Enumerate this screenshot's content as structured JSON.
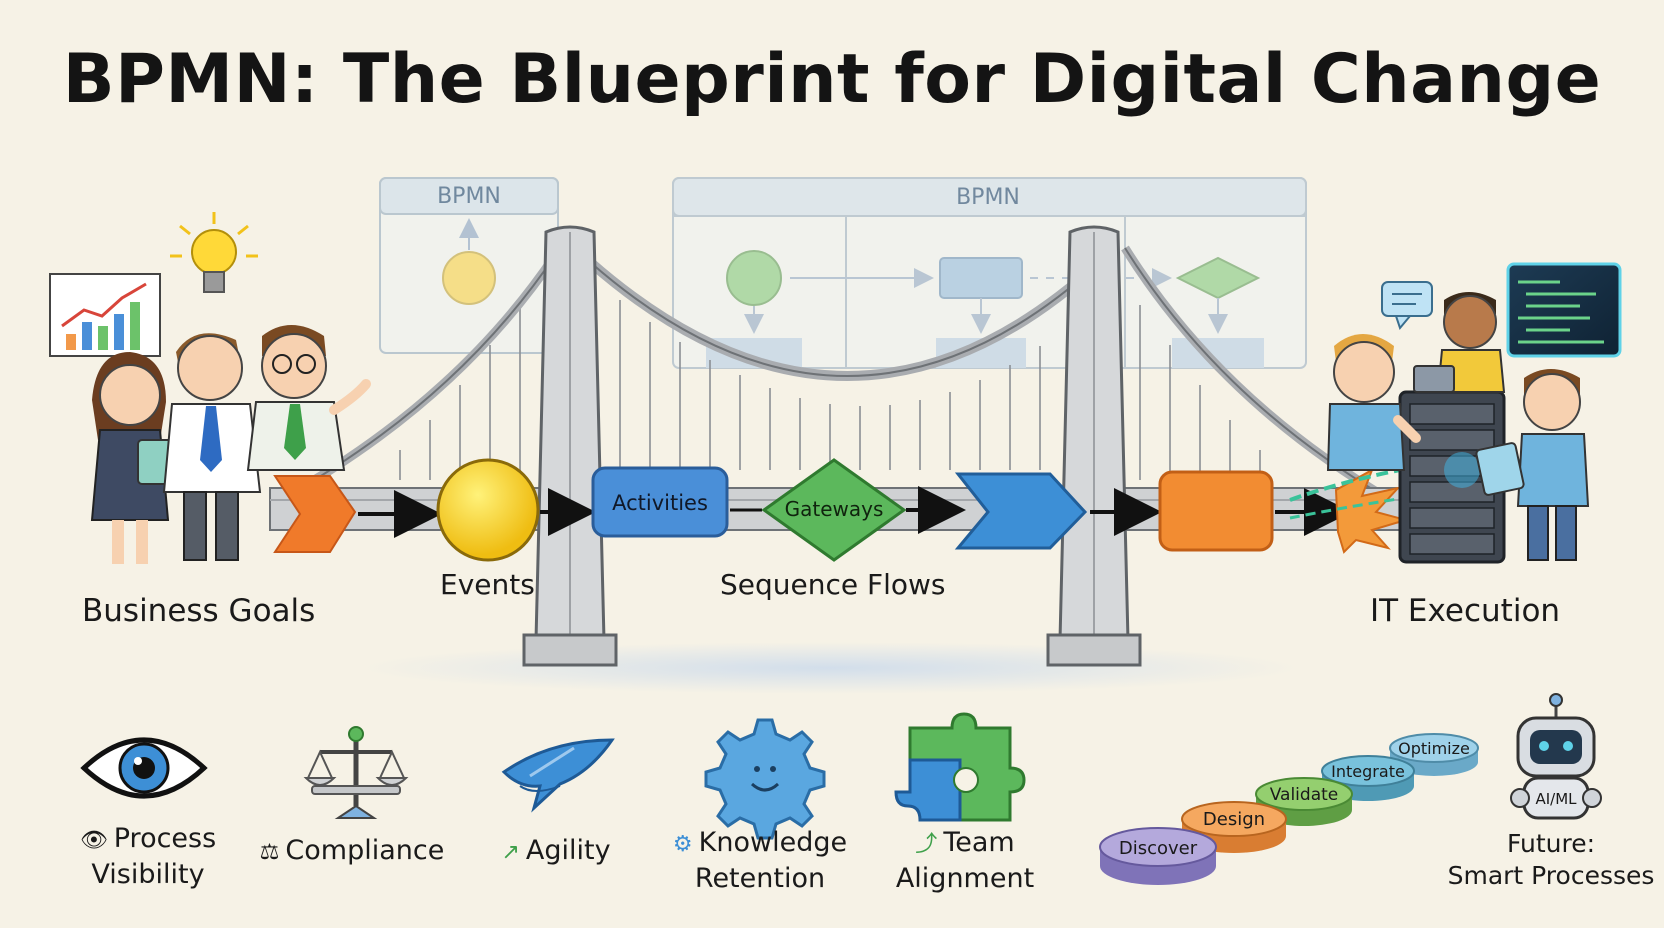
{
  "title": "BPMN: The Blueprint for Digital Change",
  "background_blueprint": {
    "left_panel_label": "BPMN",
    "right_panel_label": "BPMN"
  },
  "bridge": {
    "left_side_label": "Business Goals",
    "right_side_label": "IT Execution",
    "elements": {
      "events": "Events",
      "activities": "Activities",
      "gateways": "Gateways",
      "sequence_flows": "Sequence Flows"
    }
  },
  "benefits": [
    {
      "line1": "Process",
      "line2": "Visibility",
      "icon": "eye-icon"
    },
    {
      "line1": "Compliance",
      "line2": "",
      "icon": "scales-icon"
    },
    {
      "line1": "Agility",
      "line2": "",
      "icon": "bird-icon"
    },
    {
      "line1": "Knowledge",
      "line2": "Retention",
      "icon": "gear-icon"
    },
    {
      "line1": "Team",
      "line2": "Alignment",
      "icon": "puzzle-icon"
    }
  ],
  "lifecycle_steps": [
    "Discover",
    "Design",
    "Validate",
    "Integrate",
    "Optimize"
  ],
  "future": {
    "robot_label": "AI/ML",
    "line1": "Future:",
    "line2": "Smart Processes"
  },
  "colors": {
    "background": "#f6f2e6",
    "bridge_gray": "#c9cbcd",
    "events_yellow": "#f2c21a",
    "activities_blue": "#4a8fd8",
    "gateways_green": "#5cb85c",
    "orange": "#f07a2a",
    "discover": "#a99dd6",
    "design": "#f3a25a",
    "validate": "#8cc66a",
    "integrate": "#6fb9cf",
    "optimize": "#8cc8e4"
  }
}
